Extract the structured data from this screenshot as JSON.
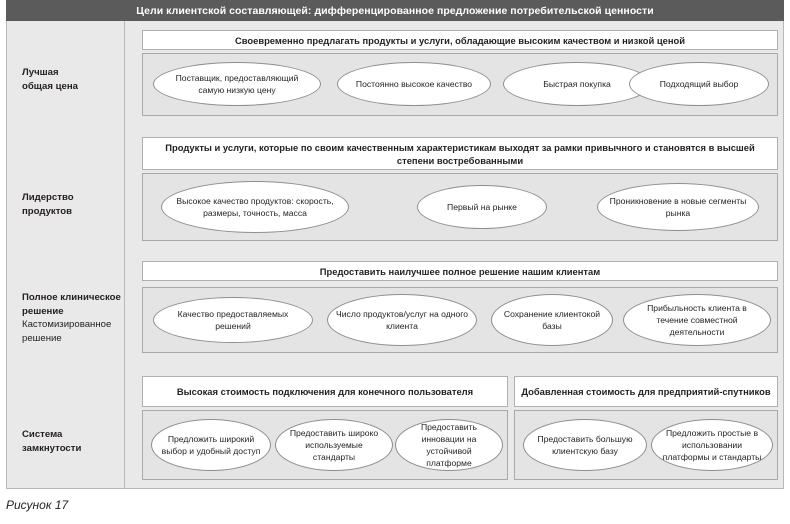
{
  "figure": {
    "title": "Цели клиентской составляющей: дифференцированное предложение потребительской ценности",
    "caption": "Рисунок 17",
    "colors": {
      "title_band": "#5b5b5b",
      "panel_bg": "#e9e9e9",
      "oval_box_bg": "#e4e4e4",
      "oval_fill": "#ffffff",
      "border": "#b9b9b9",
      "text": "#231f20"
    }
  },
  "rows": [
    {
      "label_main": "Лучшая\nобщая цена",
      "label_sub": "",
      "groups": [
        {
          "header": "Своевременно предлагать продукты и услуги, обладающие высоким качеством и низкой ценой",
          "ovals": [
            "Поставщик, предоставляющий самую низкую цену",
            "Постоянно высокое качество",
            "Быстрая покупка",
            "Подходящий выбор"
          ]
        }
      ]
    },
    {
      "label_main": "Лидерство\nпродуктов",
      "label_sub": "",
      "groups": [
        {
          "header": "Продукты и услуги, которые по своим качественным характеристикам выходят за рамки привычного и становятся в высшей степени востребованными",
          "ovals": [
            "Высокое качество продуктов: скорость, размеры, точность, масса",
            "Первый на рынке",
            "Проникновение в новые сегменты рынка"
          ]
        }
      ]
    },
    {
      "label_main": "Полное клиническое\nрешение",
      "label_sub": "Кастомизированное\nрешение",
      "groups": [
        {
          "header": "Предоставить наилучшее полное решение нашим клиентам",
          "ovals": [
            "Качество предоставляемых решений",
            "Число продуктов/услуг на одного клиента",
            "Сохранение клиентокой базы",
            "Прибыльность клиента в течение совместной деятельности"
          ]
        }
      ]
    },
    {
      "label_main": "Система\nзамкнутости",
      "label_sub": "",
      "groups": [
        {
          "header": "Высокая стоимость подключения для конечного пользователя",
          "ovals": [
            "Предложить широкий выбор и удобный доступ",
            "Предоставить широко используемые стандарты",
            "Предоставить инновации на устойчивой платформе"
          ]
        },
        {
          "header": "Добавленная стоимость для предприятий-спутников",
          "ovals": [
            "Предоставить большую клиентскую базу",
            "Предложить простые в использовании платформы и стандарты"
          ]
        }
      ]
    }
  ]
}
